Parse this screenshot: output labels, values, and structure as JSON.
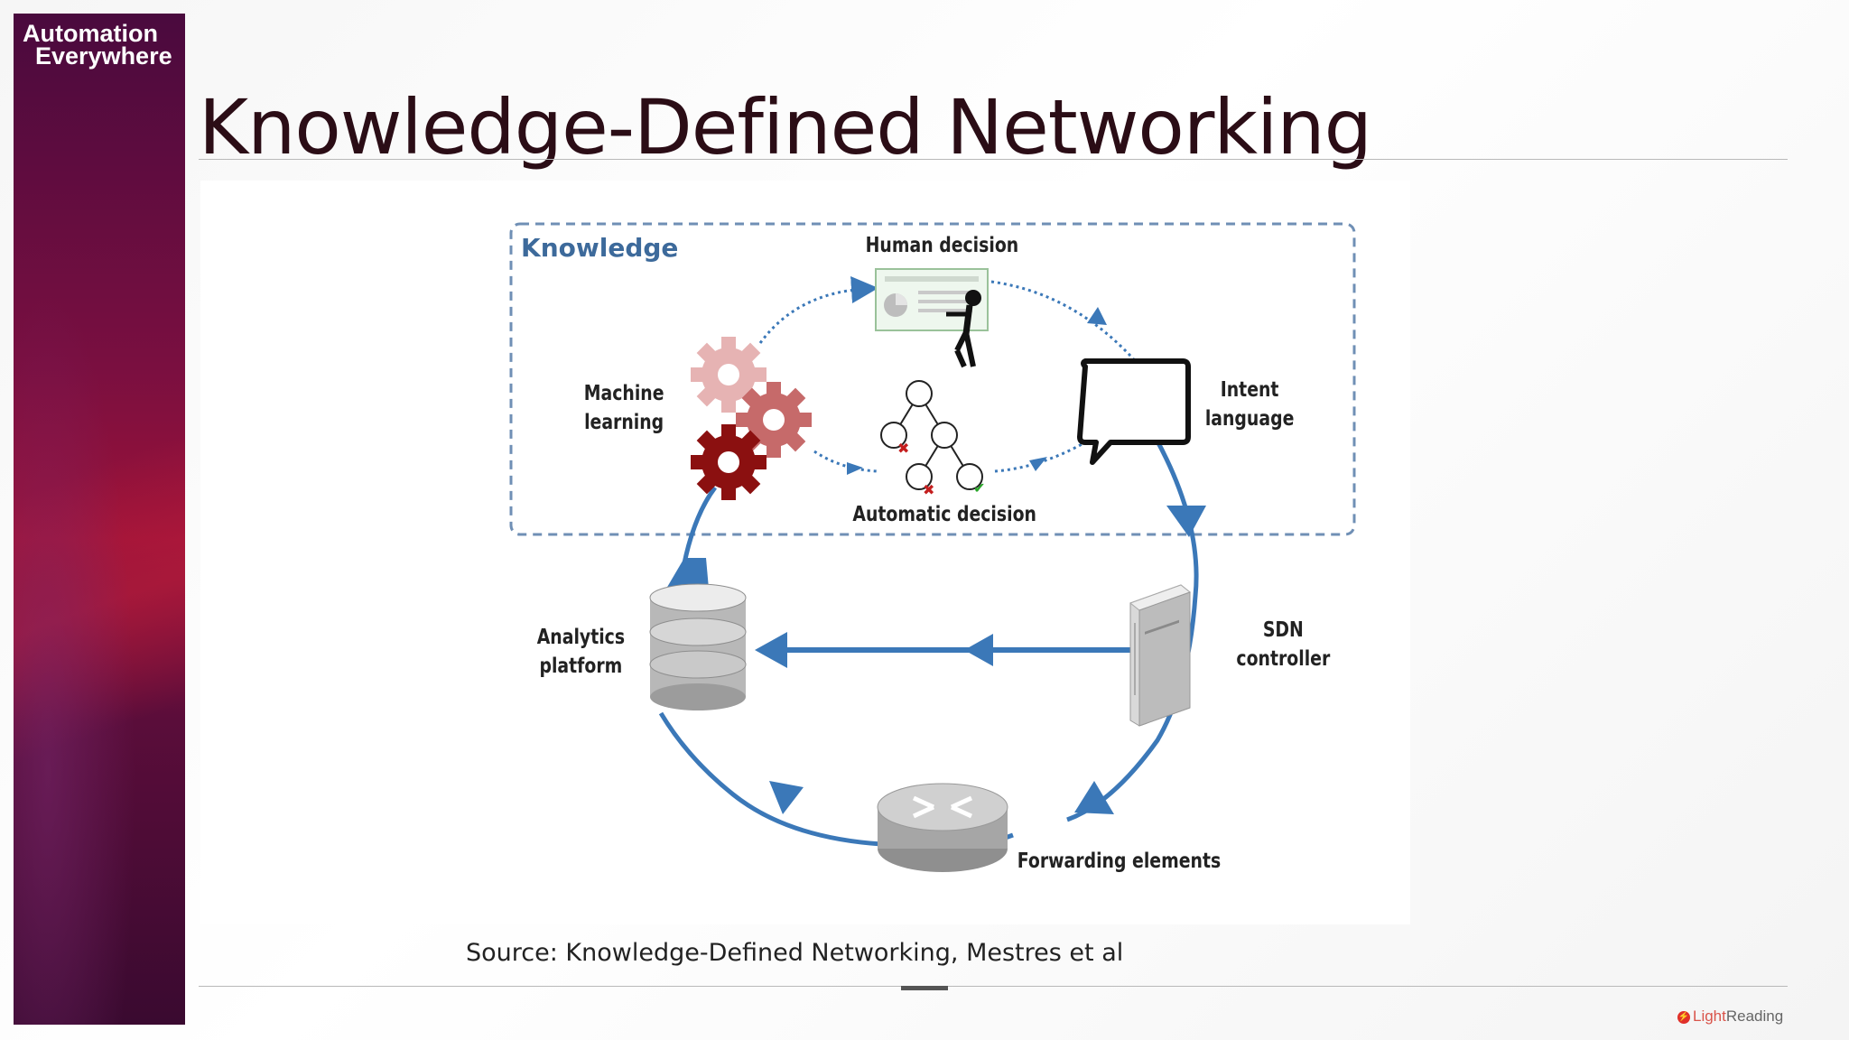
{
  "brand": {
    "line1": "Automation",
    "line2": "Everywhere"
  },
  "slide": {
    "title": "Knowledge-Defined Networking"
  },
  "diagram": {
    "knowledge_label": "Knowledge",
    "nodes": {
      "human_decision": "Human decision",
      "machine_learning": [
        "Machine",
        "learning"
      ],
      "intent_language": [
        "Intent",
        "language"
      ],
      "automatic_decision": "Automatic decision",
      "analytics_platform": [
        "Analytics",
        "platform"
      ],
      "sdn_controller": [
        "SDN",
        "controller"
      ],
      "forwarding_elements": "Forwarding elements"
    },
    "colors": {
      "flow": "#3b78b8",
      "dashed_box": "#6f8fb5",
      "gear_dark": "#8b1010",
      "gear_mid": "#c66a6a",
      "gear_light": "#e6b3b3"
    },
    "icons": [
      "gear-icon",
      "decision-tree-icon",
      "speech-bubble-icon",
      "presenter-icon",
      "database-icon",
      "server-icon",
      "router-icon"
    ]
  },
  "source": "Source: Knowledge-Defined Networking, Mestres et al",
  "footer": {
    "light": "Light",
    "reading": "Reading"
  }
}
